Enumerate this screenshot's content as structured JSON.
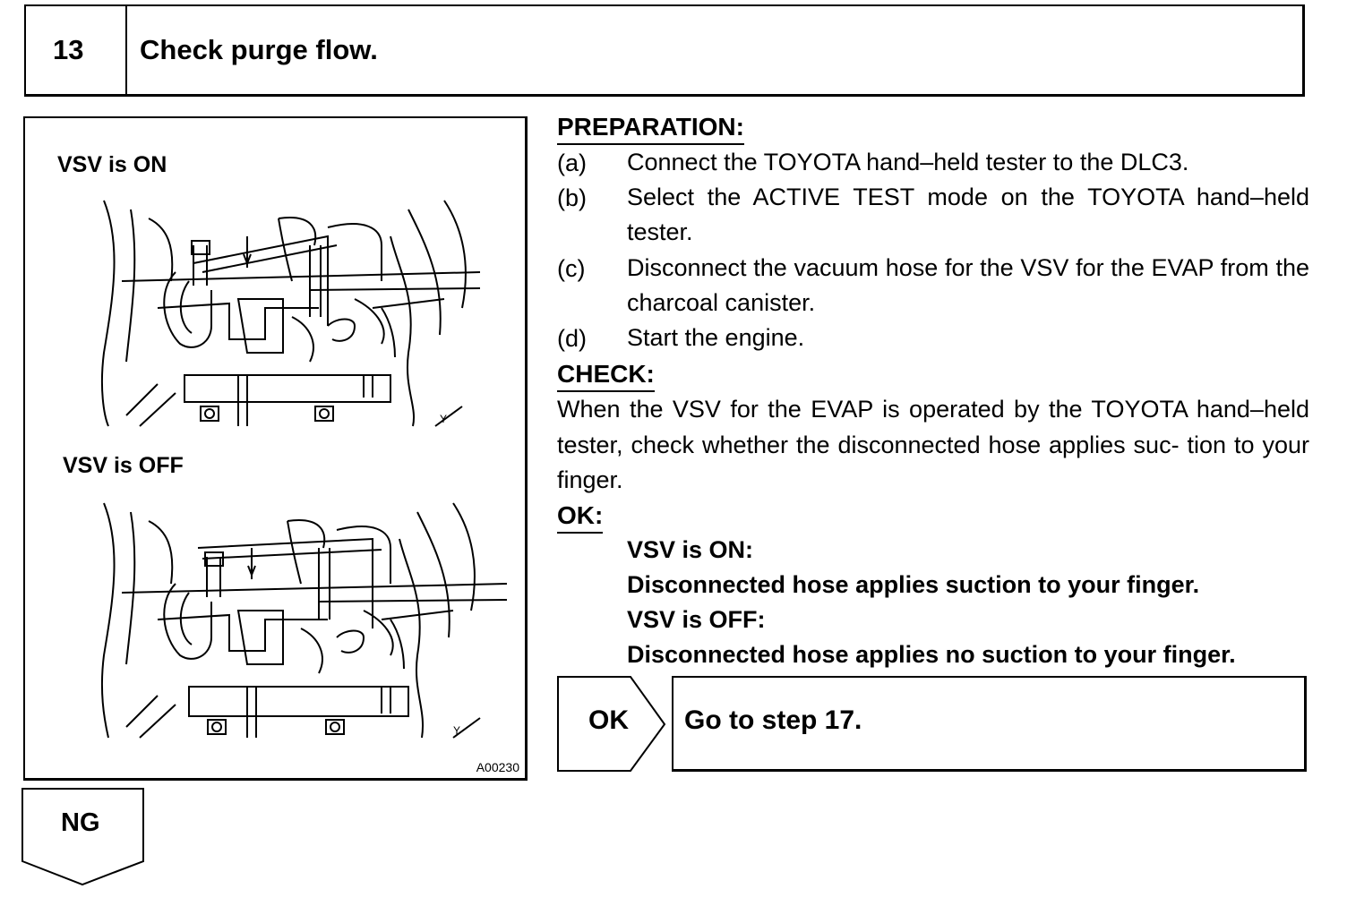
{
  "header": {
    "step_number": "13",
    "title": "Check purge flow."
  },
  "figure": {
    "label_on": "VSV is ON",
    "label_off": "VSV is OFF",
    "code": "A00230",
    "marker_letter": "Y"
  },
  "preparation": {
    "heading": "PREPARATION:",
    "items": [
      {
        "letter": "(a)",
        "text": "Connect the TOYOTA hand–held tester to the DLC3."
      },
      {
        "letter": "(b)",
        "text": "Select the ACTIVE TEST mode on the TOYOTA hand–held tester."
      },
      {
        "letter": "(c)",
        "text": "Disconnect the vacuum hose for the VSV for the EVAP from the charcoal canister."
      },
      {
        "letter": "(d)",
        "text": "Start the engine."
      }
    ]
  },
  "check": {
    "heading": "CHECK:",
    "text": "When the VSV for the EVAP is operated by the TOYOTA hand–held tester, check whether the disconnected hose applies suc- tion to your finger."
  },
  "ok_section": {
    "heading": "OK:",
    "line1": "VSV is ON:",
    "line2": "Disconnected hose applies suction to your finger.",
    "line3": "VSV is OFF:",
    "line4": "Disconnected hose applies no suction to your finger."
  },
  "result_ok": {
    "label": "OK",
    "action": "Go to step 17."
  },
  "result_ng": {
    "label": "NG"
  }
}
